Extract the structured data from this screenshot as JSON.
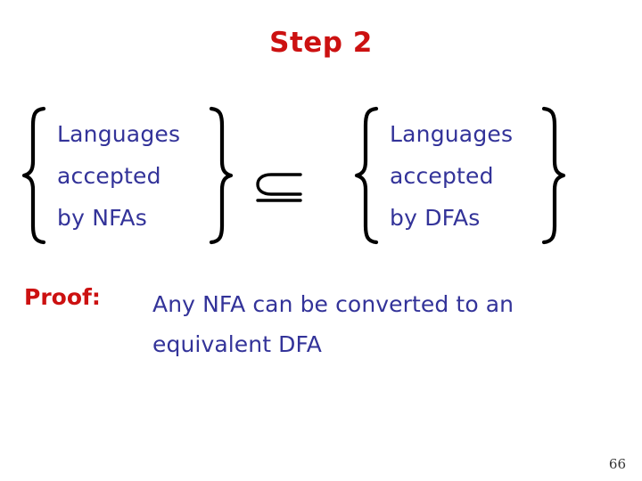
{
  "slide": {
    "title": "Step 2",
    "background_color": "#ffffff",
    "title_color": "#cc1111",
    "text_color": "#333399",
    "ink_color": "#000000",
    "page_number": "66"
  },
  "relation": {
    "left_set": {
      "open_brace": "{",
      "close_brace": "}",
      "lines": [
        "Languages",
        "accepted",
        "by NFAs"
      ]
    },
    "operator": "⊆",
    "operator_name": "subset-or-equal",
    "right_set": {
      "open_brace": "{",
      "close_brace": "}",
      "lines": [
        "Languages",
        "accepted",
        "by DFAs"
      ]
    }
  },
  "proof": {
    "label": "Proof:",
    "lines": [
      "Any NFA can be converted to an",
      "equivalent DFA"
    ]
  }
}
